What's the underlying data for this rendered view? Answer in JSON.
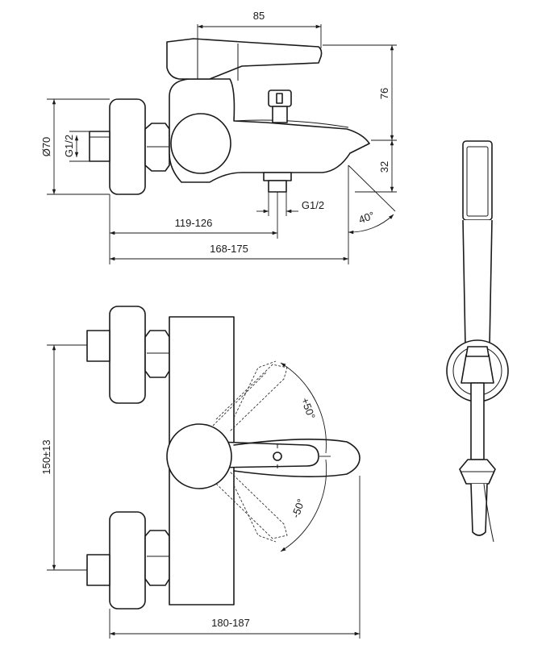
{
  "dimensions": {
    "top_width": "85",
    "height_lever": "76",
    "height_spout": "32",
    "diameter": "Ø70",
    "thread_inlet": "G1/2",
    "thread_outlet": "G1/2",
    "spout_angle": "40°",
    "projection_outlet": "119-126",
    "projection_total": "168-175",
    "rotation_plus": "+50°",
    "rotation_minus": "-50°",
    "inlet_centres": "150±13",
    "overall_width": "180-187"
  },
  "colors": {
    "line": "#1a1a1a",
    "background": "#ffffff"
  }
}
